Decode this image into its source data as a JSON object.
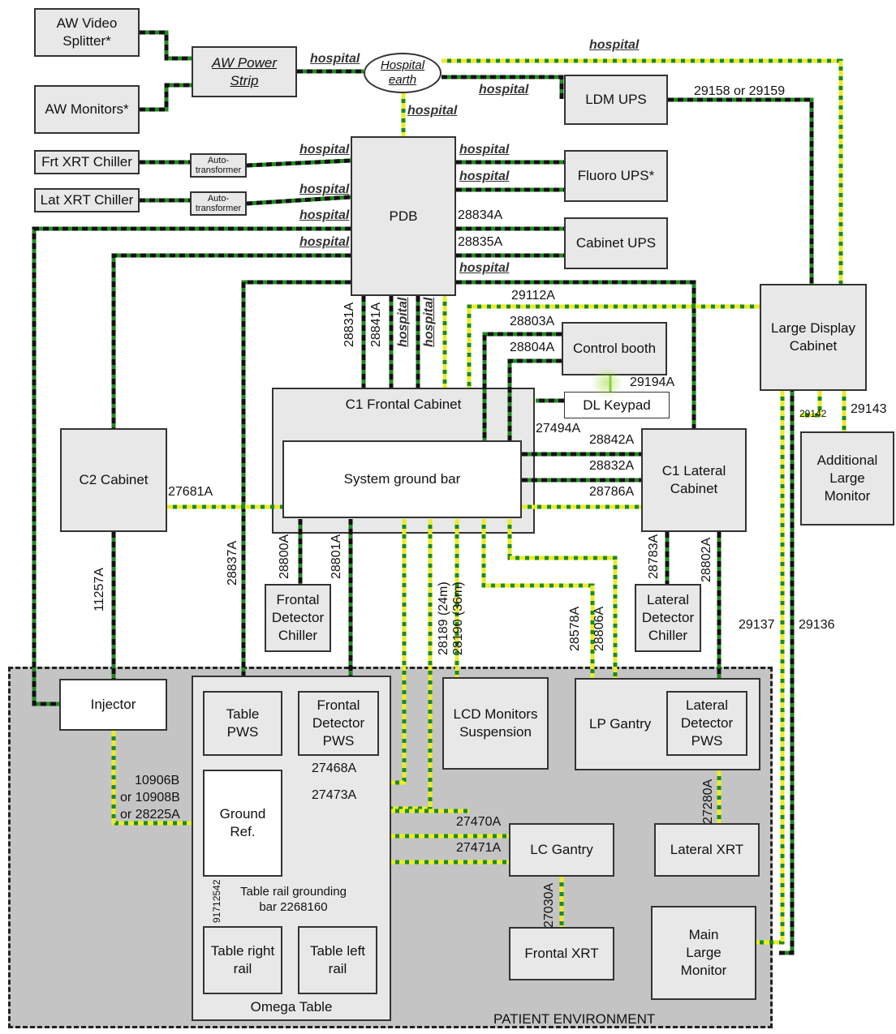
{
  "colors": {
    "ground_wire_outer": "#1f8a1f",
    "ground_wire_black": "#111111",
    "ground_wire_yellow": "#e8ec2a",
    "box_fill": "#e8e8e8",
    "patient_env_fill": "#c4c4c4"
  },
  "boxes": {
    "aw_video_splitter": "AW Video\nSplitter*",
    "aw_monitors": "AW Monitors*",
    "aw_power_strip": "AW Power\nStrip",
    "hospital_earth": "Hospital\nearth",
    "ldm_ups": "LDM UPS",
    "frt_xrt_chiller": "Frt XRT Chiller",
    "lat_xrt_chiller": "Lat XRT Chiller",
    "auto_transformer_1": "Auto-\ntransformer",
    "auto_transformer_2": "Auto-\ntransformer",
    "pdb": "PDB",
    "fluoro_ups": "Fluoro UPS*",
    "cabinet_ups": "Cabinet UPS",
    "control_booth": "Control booth",
    "dl_keypad": "DL Keypad",
    "large_display_cabinet": "Large Display\nCabinet",
    "c1_frontal_cabinet": "C1 Frontal Cabinet",
    "system_ground_bar": "System ground bar",
    "c2_cabinet": "C2 Cabinet",
    "c1_lateral_cabinet": "C1 Lateral\nCabinet",
    "additional_large_monitor": "Additional\nLarge\nMonitor",
    "frontal_detector_chiller": "Frontal\nDetector\nChiller",
    "lateral_detector_chiller": "Lateral\nDetector\nChiller",
    "injector": "Injector",
    "table_pws": "Table\nPWS",
    "frontal_detector_pws": "Frontal\nDetector\nPWS",
    "lcd_monitors_suspension": "LCD Monitors\nSuspension",
    "lp_gantry": "LP Gantry",
    "lateral_detector_pws": "Lateral\nDetector\nPWS",
    "ground_ref": "Ground\nRef.",
    "lc_gantry": "LC Gantry",
    "lateral_xrt": "Lateral XRT",
    "frontal_xrt": "Frontal XRT",
    "main_large_monitor": "Main\nLarge\nMonitor",
    "table_right_rail": "Table right\nrail",
    "table_left_rail": "Table left\nrail",
    "omega_table": "Omega Table",
    "patient_environment": "PATIENT ENVIRONMENT"
  },
  "labels": {
    "hospital": "hospital",
    "c29158": "29158 or 29159",
    "c28834a": "28834A",
    "c28835a": "28835A",
    "c29112a": "29112A",
    "c28803a": "28803A",
    "c28804a": "28804A",
    "c29194a": "29194A",
    "c27494a": "27494A",
    "c28842a": "28842A",
    "c28832a": "28832A",
    "c28786a": "28786A",
    "c27681a": "27681A",
    "c28831a": "28831A",
    "c28841a": "28841A",
    "c28837a": "28837A",
    "c28800a": "28800A",
    "c28801a": "28801A",
    "c28189": "28189 (24m)",
    "c28190": "28190 (36m)",
    "c28578a": "28578A",
    "c28806a": "28806A",
    "c28783a": "28783A",
    "c28802a": "28802A",
    "c11257a": "11257A",
    "c29142": "29142",
    "c29143": "29143",
    "c29137": "29137",
    "c29136": "29136",
    "c27468a": "27468A",
    "c27473a": "27473A",
    "c27470a": "27470A",
    "c27471a": "27471A",
    "c27280a": "27280A",
    "c27030a": "27030A",
    "c10906b": "10906B",
    "c10908b": "or 10908B",
    "c28225a": "or 28225A",
    "c91712542": "91712542",
    "rail_bar": "Table rail grounding\nbar 2268160"
  }
}
